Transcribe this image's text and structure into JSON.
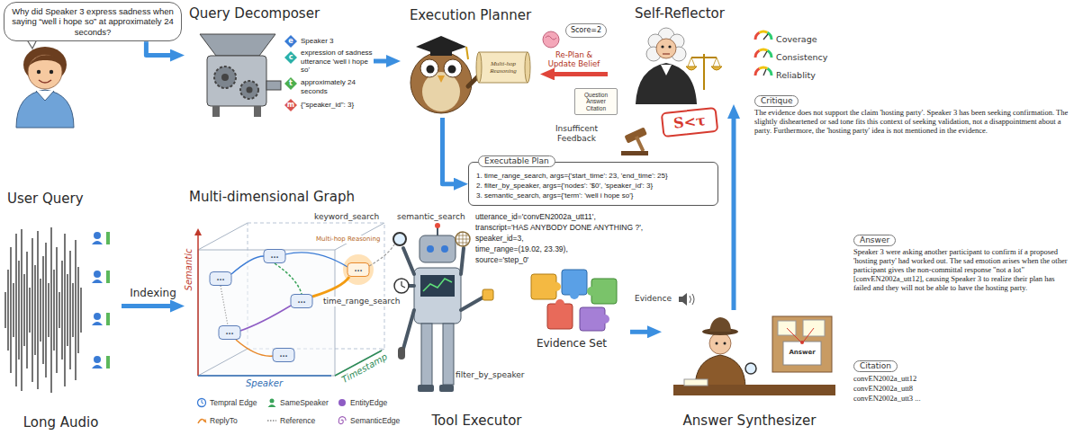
{
  "diagram": {
    "nodes": [
      {
        "text": [
          "Why did Speaker 3 express sadness when saying “well i hope so” at approximately 24 seconds?"
        ]
      },
      {
        "text": [
          "Query Decomposer"
        ]
      },
      {
        "text": [
          "Execution Planner"
        ]
      },
      {
        "text": [
          "Self-Reflector"
        ]
      },
      {
        "text": [
          "Score=2"
        ]
      },
      {
        "text": [
          "Question Answer Citation"
        ]
      },
      {
        "text": [
          "S<τ"
        ]
      },
      {
        "text": [
          "Critique",
          "The evidence does not support the claim 'hosting party'. Speaker 3 has been seeking confirmation. The slightly disheartened or sad tone fits this context of seeking validation, not a disappointment about a party. Furthermore, the 'hosting party' idea is not mentioned in the evidence."
        ]
      },
      {
        "text": [
          "Executable Plan",
          "1. time_range_search, args={'start_time': 23, 'end_time': 25}",
          "2. filter_by_speaker, args={'nodes': '$0', 'speaker_id': 3}",
          "3. semantic_search, args={'term': 'well i hope so'}"
        ]
      },
      {
        "text": [
          "Multi-dimensional Graph"
        ]
      },
      {
        "text": [
          "Tool Executor"
        ]
      },
      {
        "text": [
          "Evidence Set"
        ]
      },
      {
        "text": [
          "Answer Synthesizer"
        ]
      },
      {
        "text": [
          "Answer",
          "Speaker 3 were asking another participant to confirm if a proposed 'hosting party' had worked out. The sad emotion arises when the other participant gives the non-committal response \"not a lot\" [convEN2002a_utt12], causing Speaker 3 to realize their plan has failed and they will not be able to have the hosting party."
        ]
      },
      {
        "text": [
          "Citation",
          "convEN2002a_utt12 convEN2002a_utt8 convEN2002a_utt3 ..."
        ]
      },
      {
        "text": [
          "Long Audio"
        ]
      }
    ],
    "edges": [
      {
        "from": 0,
        "to": 1,
        "arrow": "to"
      },
      {
        "from": 1,
        "to": 2,
        "arrow": "to"
      },
      {
        "from": 3,
        "to": 2,
        "arrow": "to",
        "label": "Re-Plan & Update Belief"
      },
      {
        "from": 2,
        "to": 8,
        "arrow": "to"
      },
      {
        "from": 15,
        "to": 9,
        "arrow": "to",
        "label": "Indexing"
      },
      {
        "from": 11,
        "to": 12,
        "arrow": "to"
      },
      {
        "from": 12,
        "to": 3,
        "arrow": "to"
      }
    ],
    "labels": [
      "User Query",
      "e",
      "Speaker 3",
      "c",
      "expression of sadness utterance 'well i hope so'",
      "t",
      "approximately 24 seconds",
      "m",
      "{\"speaker_id\": 3}",
      "Multi-hop Reasoning",
      "Coverage",
      "Consistency",
      "Reliablity",
      "Insufficent Feedback",
      "Semantic",
      "Speaker",
      "Timestamp",
      "Multi-hop Reasoning",
      "...",
      "...",
      "...",
      "...",
      "...",
      "...",
      "keyword_search",
      "semantic_search",
      "time_range_search",
      "filter_by_speaker",
      "utterance_id='convEN2002a_utt11',",
      "transcript='HAS ANYBODY DONE ANYTHING ?',",
      "speaker_id=3,",
      "time_range=(19.02, 23.39),",
      "source='step_0'",
      "Evidence",
      "Answer"
    ],
    "legend": [
      {
        "text": "Tempral Edge"
      },
      {
        "text": "SameSpeaker"
      },
      {
        "text": "EntityEdge"
      },
      {
        "text": "ReplyTo"
      },
      {
        "text": "Reference"
      },
      {
        "text": "SemanticEdge"
      }
    ]
  }
}
